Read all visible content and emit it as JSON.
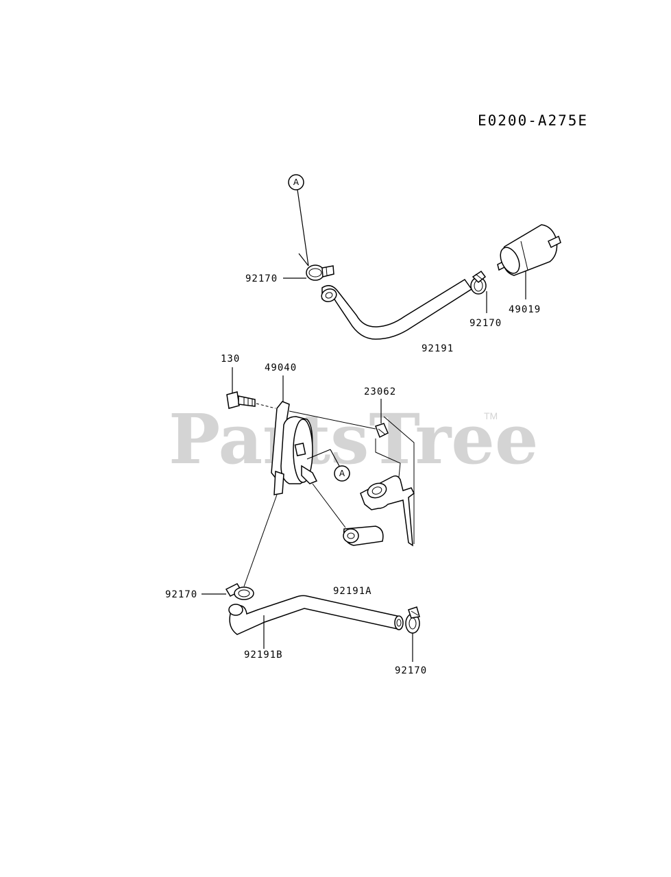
{
  "diagram_code": "E0200-A275E",
  "watermark": {
    "text": "PartsTree",
    "trademark": "TM"
  },
  "callouts": [
    {
      "letter": "A"
    },
    {
      "letter": "A"
    }
  ],
  "parts": [
    {
      "number": "92170"
    },
    {
      "number": "92170"
    },
    {
      "number": "49019"
    },
    {
      "number": "92191"
    },
    {
      "number": "130"
    },
    {
      "number": "49040"
    },
    {
      "number": "23062"
    },
    {
      "number": "92170"
    },
    {
      "number": "92191A"
    },
    {
      "number": "92191B"
    },
    {
      "number": "92170"
    }
  ]
}
